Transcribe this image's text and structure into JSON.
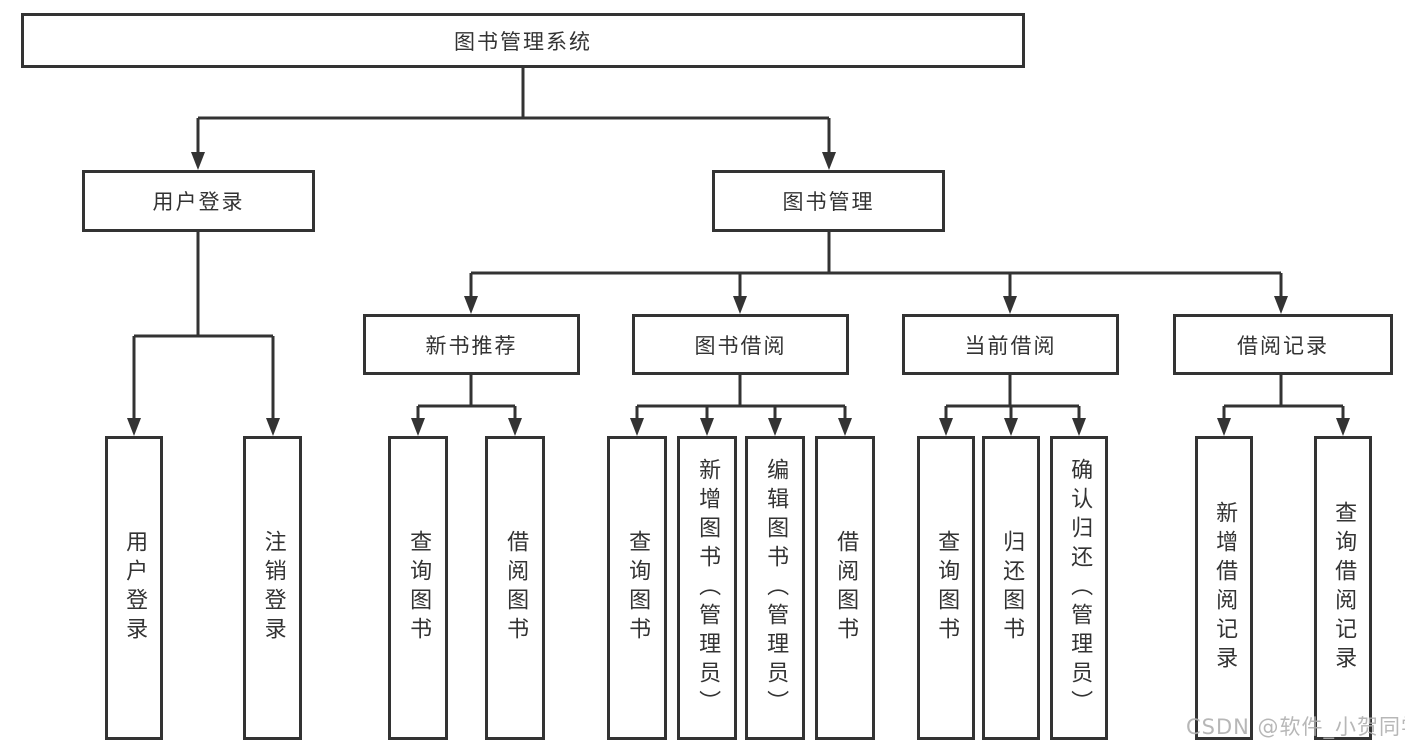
{
  "tree": {
    "root": "图书管理系统",
    "children": [
      {
        "label": "用户登录",
        "children": [
          {
            "label": "用户登录"
          },
          {
            "label": "注销登录"
          }
        ]
      },
      {
        "label": "图书管理",
        "children": [
          {
            "label": "新书推荐",
            "children": [
              {
                "label": "查询图书"
              },
              {
                "label": "借阅图书"
              }
            ]
          },
          {
            "label": "图书借阅",
            "children": [
              {
                "label": "查询图书"
              },
              {
                "label": "新增图书（管理员）"
              },
              {
                "label": "编辑图书（管理员）"
              },
              {
                "label": "借阅图书"
              }
            ]
          },
          {
            "label": "当前借阅",
            "children": [
              {
                "label": "查询图书"
              },
              {
                "label": "归还图书"
              },
              {
                "label": "确认归还（管理员）"
              }
            ]
          },
          {
            "label": "借阅记录",
            "children": [
              {
                "label": "新增借阅记录"
              },
              {
                "label": "查询借阅记录"
              }
            ]
          }
        ]
      }
    ]
  },
  "watermark": "CSDN @软件_小贺同学",
  "colors": {
    "line": "#333333",
    "box_border": "#333333",
    "text": "#333333",
    "background": "#ffffff",
    "watermark": "#b0b0b0"
  }
}
